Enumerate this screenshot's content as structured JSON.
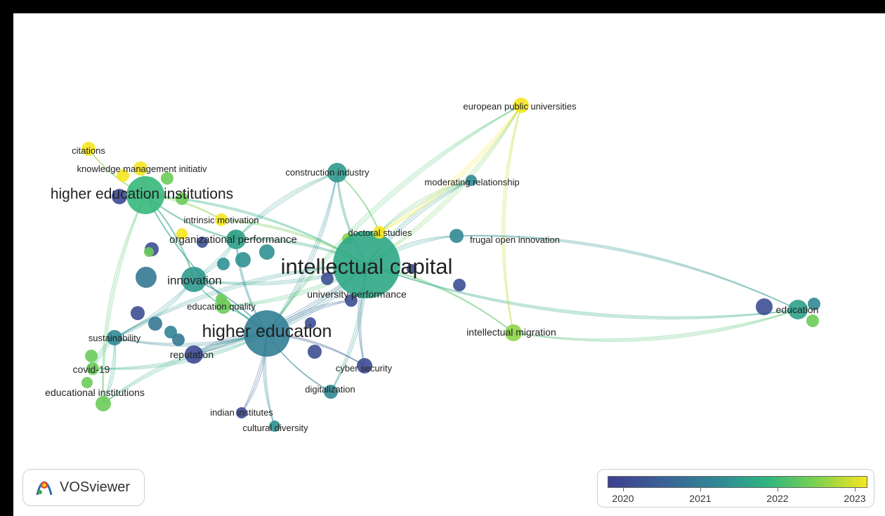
{
  "app": {
    "brand_name": "VOSviewer",
    "logo_icon": "vosviewer-logo-icon"
  },
  "colors": {
    "frame": "#000000",
    "background": "#ffffff",
    "scale": [
      "#3e3f8f",
      "#3b5f97",
      "#2f8d94",
      "#2fb57f",
      "#7ad151",
      "#f5e61f"
    ]
  },
  "legend": {
    "type": "overlay-color-scale",
    "ticks": [
      "2020",
      "2021",
      "2022",
      "2023"
    ]
  },
  "network": {
    "nodes": [
      {
        "id": "ic",
        "label": "intellectual capital",
        "weight": 10,
        "year": 2021.7
      },
      {
        "id": "he",
        "label": "higher education",
        "weight": 9,
        "year": 2021.1
      },
      {
        "id": "hei",
        "label": "higher education institutions",
        "weight": 6,
        "year": 2021.9
      },
      {
        "id": "inn",
        "label": "innovation",
        "weight": 5,
        "year": 2021.5
      },
      {
        "id": "op",
        "label": "organizational performance",
        "weight": 4,
        "year": 2021.6
      },
      {
        "id": "ci",
        "label": "construction industry",
        "weight": 3,
        "year": 2021.5
      },
      {
        "id": "edu",
        "label": "education",
        "weight": 3,
        "year": 2021.6
      },
      {
        "id": "epu",
        "label": "european public universities",
        "weight": 2,
        "year": 2023
      },
      {
        "id": "cit",
        "label": "citations",
        "weight": 2,
        "year": 2023
      },
      {
        "id": "kmi",
        "label": "knowledge management initiativ",
        "weight": 2,
        "year": 2023
      },
      {
        "id": "mr",
        "label": "moderating relationship",
        "weight": 2,
        "year": 2021.3
      },
      {
        "id": "im",
        "label": "intrinsic motivation",
        "weight": 2,
        "year": 2023
      },
      {
        "id": "ds",
        "label": "doctoral studies",
        "weight": 2,
        "year": 2023
      },
      {
        "id": "foi",
        "label": "frugal open innovation",
        "weight": 2,
        "year": 2021.3
      },
      {
        "id": "up",
        "label": "university performance",
        "weight": 2,
        "year": 2020.3
      },
      {
        "id": "eq",
        "label": "education quality",
        "weight": 2,
        "year": 2022.3
      },
      {
        "id": "sus",
        "label": "sustainability",
        "weight": 2,
        "year": 2021.3
      },
      {
        "id": "rep",
        "label": "reputation",
        "weight": 3,
        "year": 2020.2
      },
      {
        "id": "cov",
        "label": "covid-19",
        "weight": 2,
        "year": 2022.3
      },
      {
        "id": "ei",
        "label": "educational institutions",
        "weight": 2,
        "year": 2022.3
      },
      {
        "id": "iim",
        "label": "intellectual migration",
        "weight": 2,
        "year": 2022.5
      },
      {
        "id": "cs",
        "label": "cyber security",
        "weight": 2,
        "year": 2020.2
      },
      {
        "id": "dig",
        "label": "digitalization",
        "weight": 2,
        "year": 2021.3
      },
      {
        "id": "ii",
        "label": "indian institutes",
        "weight": 2,
        "year": 2020.2
      },
      {
        "id": "cd",
        "label": "cultural diversity",
        "weight": 2,
        "year": 2021.4
      }
    ]
  }
}
